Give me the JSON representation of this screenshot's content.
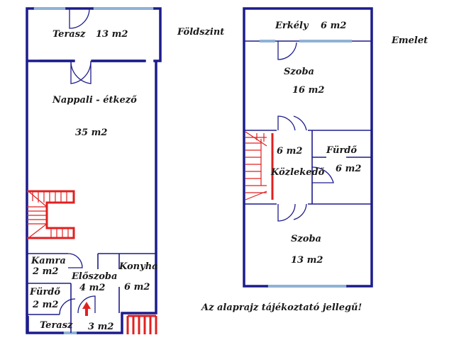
{
  "ground_floor": {
    "title": "Földszint",
    "rooms": {
      "terasz_top": {
        "name": "Terasz",
        "area": "13 m2"
      },
      "nappali": {
        "name": "Nappali - étkező",
        "area": "35 m2"
      },
      "kamra": {
        "name": "Kamra",
        "area": "2 m2"
      },
      "eloszoba": {
        "name": "Előszoba",
        "area": "4 m2"
      },
      "konyha": {
        "name": "Konyha",
        "area": "6 m2"
      },
      "furdo": {
        "name": "Fürdő",
        "area": "2 m2"
      },
      "terasz_bottom": {
        "name": "Terasz",
        "area": "3 m2"
      }
    }
  },
  "upper_floor": {
    "title": "Emelet",
    "rooms": {
      "erkely": {
        "name": "Erkély",
        "area": "6 m2"
      },
      "szoba_top": {
        "name": "Szoba",
        "area": "16 m2"
      },
      "kozlekedo": {
        "name": "Közlekedő",
        "area": "6 m2"
      },
      "furdo": {
        "name": "Fürdő",
        "area": "6 m2"
      },
      "szoba_bottom": {
        "name": "Szoba",
        "area": "13 m2"
      }
    }
  },
  "note": "Az alaprajz tájékoztató jellegű!",
  "colors": {
    "wall": "#1c1c8c",
    "window": "#8fb2d6",
    "stairs": "#e02020",
    "text": "#1a1a1a"
  }
}
